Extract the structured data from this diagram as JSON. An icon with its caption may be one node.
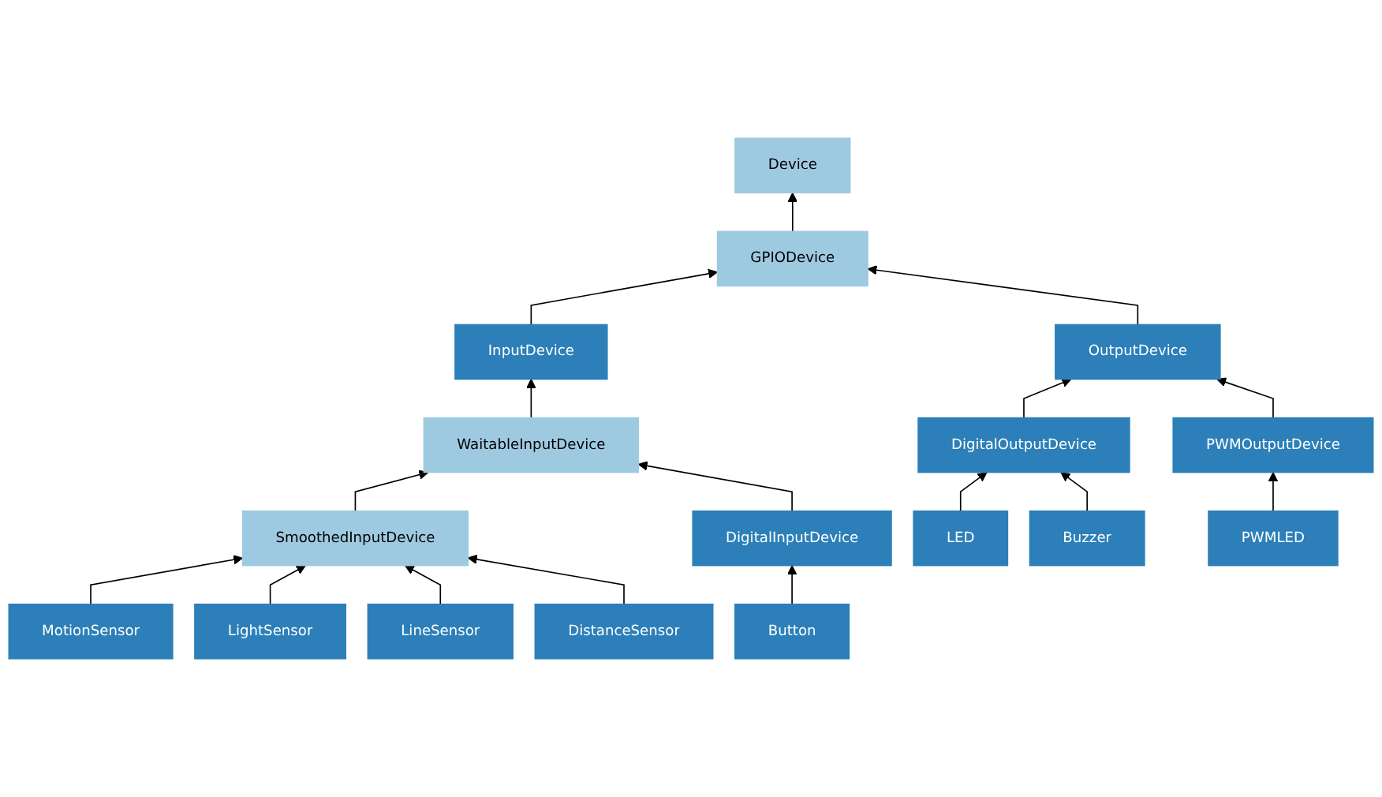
{
  "diagram": {
    "nodes": [
      {
        "text": [
          "Device"
        ]
      },
      {
        "text": [
          "GPIODevice"
        ]
      },
      {
        "text": [
          "InputDevice"
        ]
      },
      {
        "text": [
          "OutputDevice"
        ]
      },
      {
        "text": [
          "WaitableInputDevice"
        ]
      },
      {
        "text": [
          "DigitalOutputDevice"
        ]
      },
      {
        "text": [
          "PWMOutputDevice"
        ]
      },
      {
        "text": [
          "SmoothedInputDevice"
        ]
      },
      {
        "text": [
          "DigitalInputDevice"
        ]
      },
      {
        "text": [
          "LED"
        ]
      },
      {
        "text": [
          "Buzzer"
        ]
      },
      {
        "text": [
          "PWMLED"
        ]
      },
      {
        "text": [
          "MotionSensor"
        ]
      },
      {
        "text": [
          "LightSensor"
        ]
      },
      {
        "text": [
          "LineSensor"
        ]
      },
      {
        "text": [
          "DistanceSensor"
        ]
      },
      {
        "text": [
          "Button"
        ]
      }
    ],
    "edges": [
      {
        "from": 1,
        "to": 0,
        "arrow": "to"
      },
      {
        "from": 2,
        "to": 1,
        "arrow": "to"
      },
      {
        "from": 3,
        "to": 1,
        "arrow": "to"
      },
      {
        "from": 4,
        "to": 2,
        "arrow": "to"
      },
      {
        "from": 5,
        "to": 3,
        "arrow": "to"
      },
      {
        "from": 6,
        "to": 3,
        "arrow": "to"
      },
      {
        "from": 7,
        "to": 4,
        "arrow": "to"
      },
      {
        "from": 8,
        "to": 4,
        "arrow": "to"
      },
      {
        "from": 9,
        "to": 5,
        "arrow": "to"
      },
      {
        "from": 10,
        "to": 5,
        "arrow": "to"
      },
      {
        "from": 11,
        "to": 6,
        "arrow": "to"
      },
      {
        "from": 12,
        "to": 7,
        "arrow": "to"
      },
      {
        "from": 13,
        "to": 7,
        "arrow": "to"
      },
      {
        "from": 14,
        "to": 7,
        "arrow": "to"
      },
      {
        "from": 15,
        "to": 7,
        "arrow": "to"
      },
      {
        "from": 16,
        "to": 8,
        "arrow": "to"
      }
    ]
  }
}
